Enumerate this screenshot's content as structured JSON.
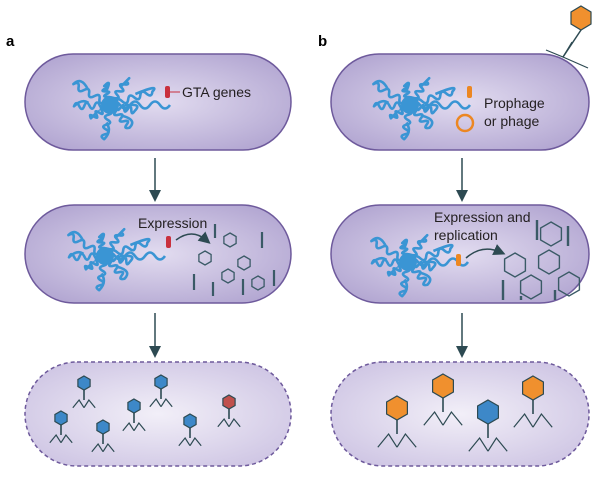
{
  "panels": {
    "a": {
      "label": "a",
      "cell1_text": "GTA genes",
      "cell2_text": "Expression"
    },
    "b": {
      "label": "b",
      "cell1_text_line1": "Prophage",
      "cell1_text_line2": "or phage",
      "cell2_text_line1": "Expression and",
      "cell2_text_line2": "replication"
    }
  },
  "colors": {
    "cell_fill_center": "#dcd5ec",
    "cell_fill_edge": "#b4a8d3",
    "cell_stroke": "#6e5a9c",
    "dna": "#3a95d4",
    "gta_gene": "#c9303d",
    "prophage": "#ec8722",
    "capsid_blue": "#3d88c8",
    "capsid_red": "#c0504d",
    "capsid_orange": "#f0902e",
    "arrow": "#2d4a52",
    "parts": "#3a5a66"
  }
}
